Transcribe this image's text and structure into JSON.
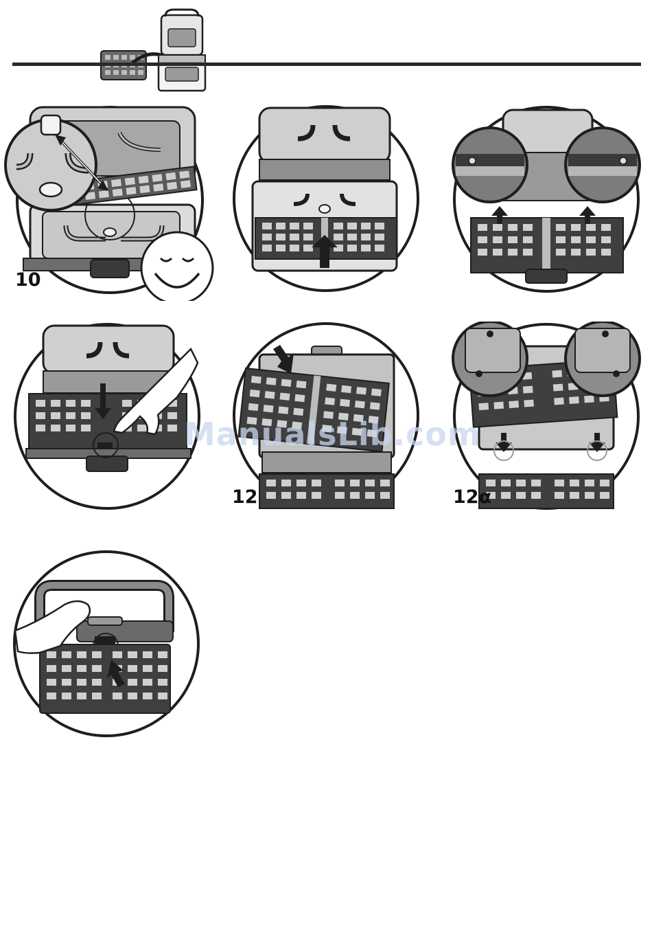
{
  "steps": [
    {
      "id": "step-10",
      "label": "10"
    },
    {
      "id": "step-11",
      "label": ""
    },
    {
      "id": "step-11a",
      "label": ""
    },
    {
      "id": "step-11b",
      "label": ""
    },
    {
      "id": "step-12",
      "label": "12"
    },
    {
      "id": "step-12a",
      "label": "12α"
    },
    {
      "id": "step-13",
      "label": ""
    }
  ],
  "watermark": "ManualsLib.com",
  "colors": {
    "ink": "#1e1e1e",
    "plate_dark": "#3a3a3a",
    "plate_mid": "#8a8a8a",
    "plate_light": "#d9d9d9",
    "watermark": "#c7d6ee"
  }
}
